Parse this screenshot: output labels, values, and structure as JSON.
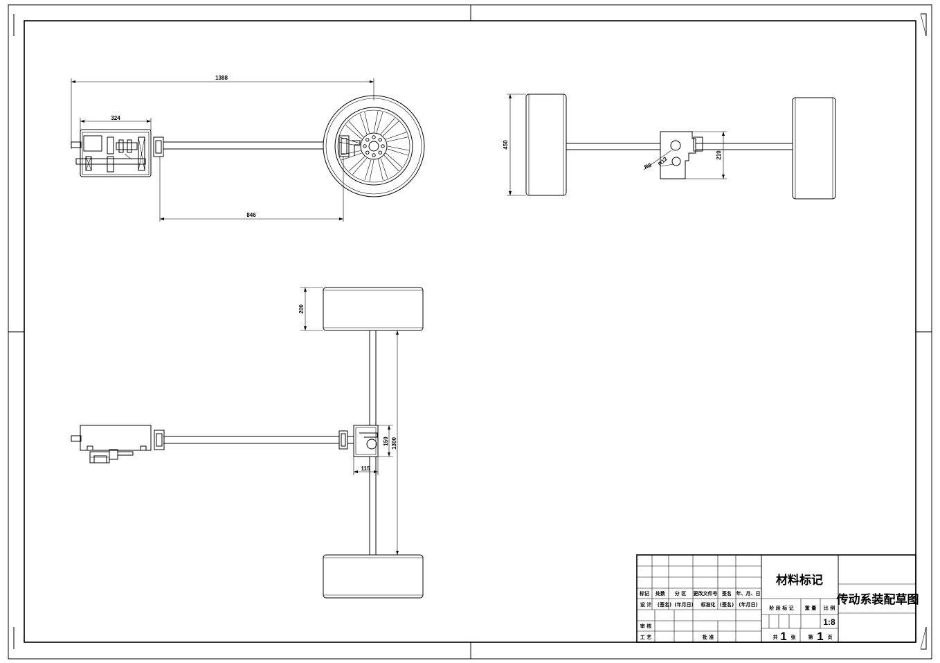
{
  "dimensions": {
    "total_length": "1388",
    "gearbox_length": "324",
    "shaft_length": "846",
    "wheel_diameter": "450",
    "diff_height": "210",
    "radius_small": "R8",
    "radius_large": "R12",
    "tire_width": "200",
    "diff_housing_height": "150",
    "axle_span": "1300",
    "diff_housing_width": "115"
  },
  "title_block": {
    "material_mark": "材料标记",
    "drawing_title": "传动系装配草图",
    "scale": "1:8",
    "sheet_total_prefix": "共",
    "sheet_total": "1",
    "sheet_total_suffix": "张",
    "sheet_no_prefix": "第",
    "sheet_no": "1",
    "sheet_no_suffix": "页",
    "headers": [
      "标记",
      "处数",
      "分 区",
      "更改文件号",
      "签名",
      "年、月、日"
    ],
    "design_row": [
      "设 计",
      "(签名)",
      "(年月日)",
      "标准化",
      "(签名)",
      "(年月日)"
    ],
    "stage_headers": [
      "阶 段 标 记",
      "重 量",
      "比 例"
    ],
    "review": "审 核",
    "process": "工 艺",
    "approve": "批 准"
  }
}
